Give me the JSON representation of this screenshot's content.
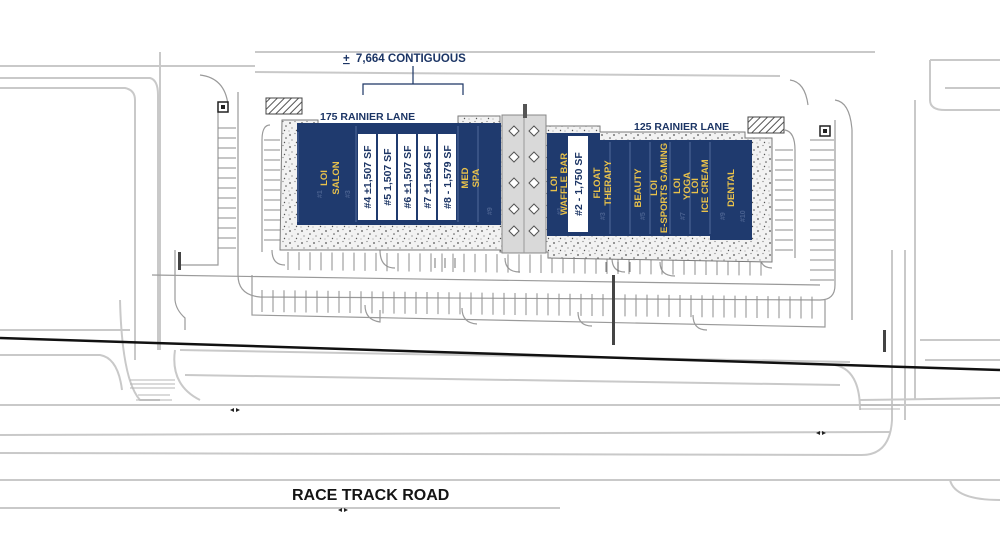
{
  "contiguous": {
    "plus": "+",
    "label": "7,664 CONTIGUOUS"
  },
  "streets": {
    "north_left": "175 RAINIER LANE",
    "north_right": "125 RAINIER LANE",
    "south": "RACE TRACK ROAD"
  },
  "tenants": {
    "loi_salon": [
      "LOI",
      "SALON"
    ],
    "units": [
      "#4 ±1,507 SF",
      "#5 1,507 SF",
      "#6 ±1,507 SF",
      "#7 ±1,564 SF",
      "#8 - 1,579 SF"
    ],
    "med_spa": [
      "MED",
      "SPA"
    ],
    "waffle_bar": [
      "LOI",
      "WAFFLE BAR"
    ],
    "unit2": "#2 - 1,750 SF",
    "float_therapy": [
      "FLOAT",
      "THERAPY"
    ],
    "beauty": "BEAUTY",
    "esports": [
      "LOI",
      "E-SPORTS GAMING"
    ],
    "yoga": [
      "LOI",
      "YOGA"
    ],
    "ice_cream": [
      "LOI",
      "ICE CREAM"
    ],
    "dental": "DENTAL"
  },
  "colors": {
    "building": "#1f3a6e",
    "vacant": "#ffffff",
    "tenant_text": "#e9c24b",
    "street_text": "#1c3565",
    "hatch": "#8a8a8a"
  }
}
